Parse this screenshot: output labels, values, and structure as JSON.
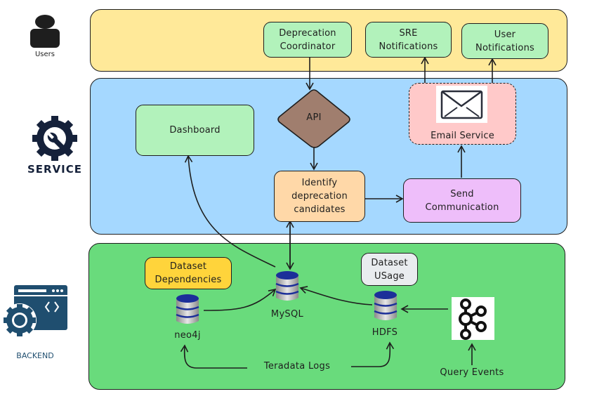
{
  "colors": {
    "users_panel": "#ffe999",
    "service_panel": "#a5d8ff",
    "backend_panel": "#69db7c",
    "green_box": "#b2f2bb",
    "api_diamond": "#a07e6e",
    "identify_box": "#ffd8a8",
    "send_box": "#eebefa",
    "email_box": "#ffc9c9",
    "deps_label_box": "#ffd43b",
    "usage_label_box": "#e9ecef",
    "stroke": "#1e1e1e"
  },
  "sidebar": {
    "users": {
      "label": "Users",
      "icon": "user-icon"
    },
    "service": {
      "label": "SERVICE",
      "icon": "gear-wrench-icon"
    },
    "backend": {
      "label": "BACKEND",
      "icon": "browser-gear-icon"
    }
  },
  "users_layer": {
    "deprecation_coordinator": "Deprecation Coordinator",
    "sre_notifications": "SRE Notifications",
    "user_notifications": "User Notifications"
  },
  "service_layer": {
    "dashboard": "Dashboard",
    "api": "API",
    "identify": "Identify deprecation candidates",
    "send_communication": "Send Communication",
    "email_service": "Email Service",
    "email_icon": "envelope-icon"
  },
  "backend_layer": {
    "dataset_dependencies": "Dataset Dependencies",
    "dataset_usage": "Dataset USage",
    "neo4j": "neo4j",
    "mysql": "MySQL",
    "hdfs": "HDFS",
    "teradata_logs": "Teradata Logs",
    "query_events": "Query Events",
    "kafka_icon": "kafka-icon",
    "db_icon": "database-icon"
  }
}
